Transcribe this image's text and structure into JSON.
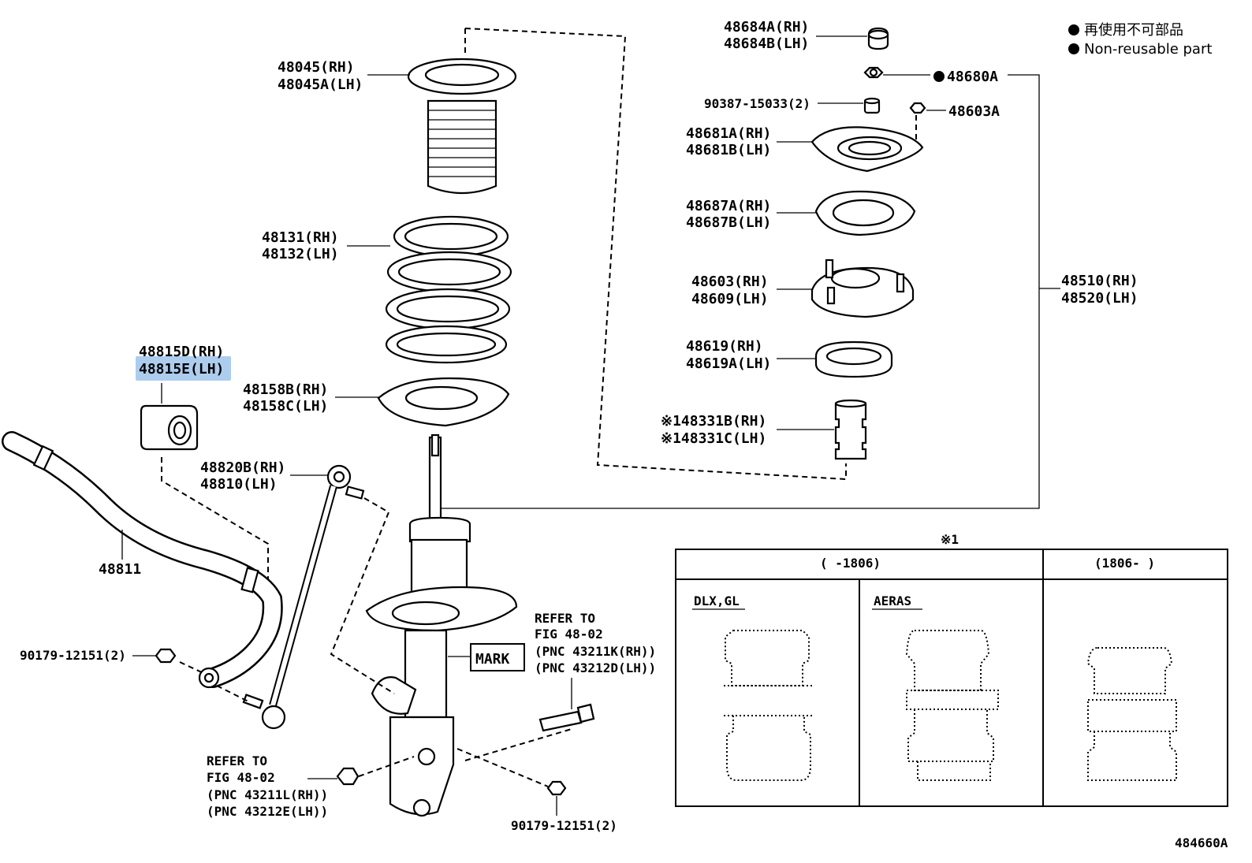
{
  "legend": {
    "bullet_jp": "再使用不可部品",
    "bullet_en": "Non-reusable part"
  },
  "labels": {
    "p48684a": "48684A(RH)",
    "p48684b": "48684B(LH)",
    "p48680a": "48680A",
    "p90387": "90387-15033(2)",
    "p48603a": "48603A",
    "p48681a": "48681A(RH)",
    "p48681b": "48681B(LH)",
    "p48687a": "48687A(RH)",
    "p48687b": "48687B(LH)",
    "p48603": "48603(RH)",
    "p48609": "48609(LH)",
    "p48619": "48619(RH)",
    "p48619a": "48619A(LH)",
    "p48331b": "※148331B(RH)",
    "p48331c": "※148331C(LH)",
    "p48510": "48510(RH)",
    "p48520": "48520(LH)",
    "p48045": "48045(RH)",
    "p48045a": "48045A(LH)",
    "p48131": "48131(RH)",
    "p48132": "48132(LH)",
    "p48815d": "48815D(RH)",
    "p48815e": "48815E(LH)",
    "p48158b": "48158B(RH)",
    "p48158c": "48158C(LH)",
    "p48820b": "48820B(RH)",
    "p48810": "48810(LH)",
    "p48811": "48811",
    "p90179a": "90179-12151(2)",
    "p90179b": "90179-12151(2)",
    "mark": "MARK",
    "refer1_line1": "REFER TO",
    "refer1_line2": "FIG 48-02",
    "refer1_line3": "(PNC 43211K(RH))",
    "refer1_line4": "(PNC 43212D(LH))",
    "refer2_line1": "REFER TO",
    "refer2_line2": "FIG 48-02",
    "refer2_line3": "(PNC 43211L(RH))",
    "refer2_line4": "(PNC 43212E(LH))"
  },
  "table": {
    "note": "※1",
    "col_left": "(     -1806)",
    "col_right": "(1806-      )",
    "sub_dlx": "DLX,GL",
    "sub_aeras": "AERAS"
  },
  "figure_id": "484660A",
  "highlight_color": "#4a90d9"
}
